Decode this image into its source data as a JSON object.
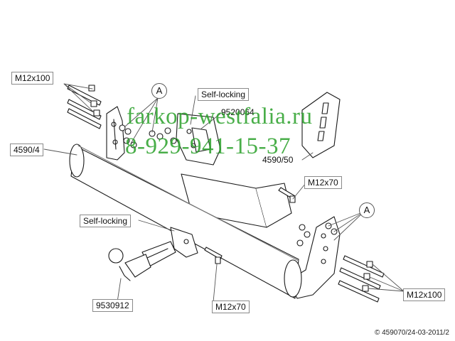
{
  "labels": {
    "bolts_top_left": "M12x100",
    "marker_a_top": "A",
    "self_locking_top": "Self-locking",
    "part_9520064": "9520064",
    "crossbar": "4590/4",
    "bracket_right": "4590/50",
    "bolt_m12x70_top": "M12x70",
    "marker_a_right": "A",
    "self_locking_bottom": "Self-locking",
    "ball_part": "9530912",
    "bolt_m12x70_bottom": "M12x70",
    "bolts_bottom_right": "M12x100"
  },
  "watermark": {
    "line1": "farkop-westfalia.ru",
    "line2": "8-929-941-15-37",
    "color": "#2aa12a"
  },
  "footer": {
    "copyright": "© 459070/24-03-2011/2"
  },
  "colors": {
    "line": "#1a1a1a",
    "fill": "#ffffff",
    "shade": "#e6e6e6"
  }
}
